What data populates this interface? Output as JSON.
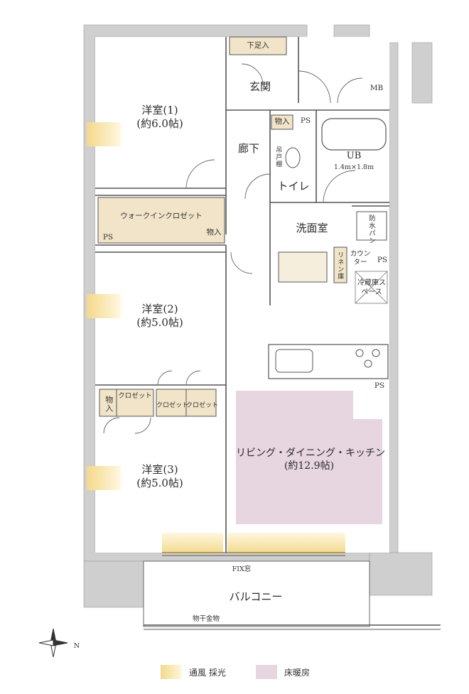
{
  "colors": {
    "wall": "#c9c9c9",
    "floor_heating": "#e7d5e0",
    "ventilation": "#f3d98a",
    "closet": "#f1e4c8"
  },
  "rooms": {
    "western1": {
      "name": "洋室(1)",
      "size": "(約6.0帖)"
    },
    "western2": {
      "name": "洋室(2)",
      "size": "(約5.0帖)"
    },
    "western3": {
      "name": "洋室(3)",
      "size": "(約5.0帖)"
    },
    "ldk": {
      "name": "リビング・ダイニング・キッチン",
      "size": "(約12.9帖)"
    },
    "entrance": "玄関",
    "hallway": "廊下",
    "toilet": "トイレ",
    "washroom": "洗面室",
    "balcony": "バルコニー"
  },
  "labels": {
    "shoe_box": "下足入",
    "mb": "MB",
    "storage_a": "物入",
    "storage_b": "物入",
    "storage_c": "物入",
    "ps_top": "PS",
    "ps_left": "PS",
    "ps_wash": "PS",
    "ps_kitchen": "PS",
    "hanging_shelf": "吊戸棚",
    "ub": "UB",
    "ub_size": "1.4m×1.8m",
    "walk_in_closet": "ウォークインクロゼット",
    "waterproof_pan": "防水パン",
    "counter": "カウンター",
    "linen": "リネン庫",
    "fridge": "冷蔵庫スペース",
    "closet1": "クロゼット",
    "closet2": "クロゼット",
    "closet3": "クロゼット",
    "fix_window": "FIX窓",
    "laundry_hardware": "物干金物",
    "compass_n": "N"
  },
  "legend": {
    "ventilation": "通風 採光",
    "floor_heating": "床暖房"
  }
}
